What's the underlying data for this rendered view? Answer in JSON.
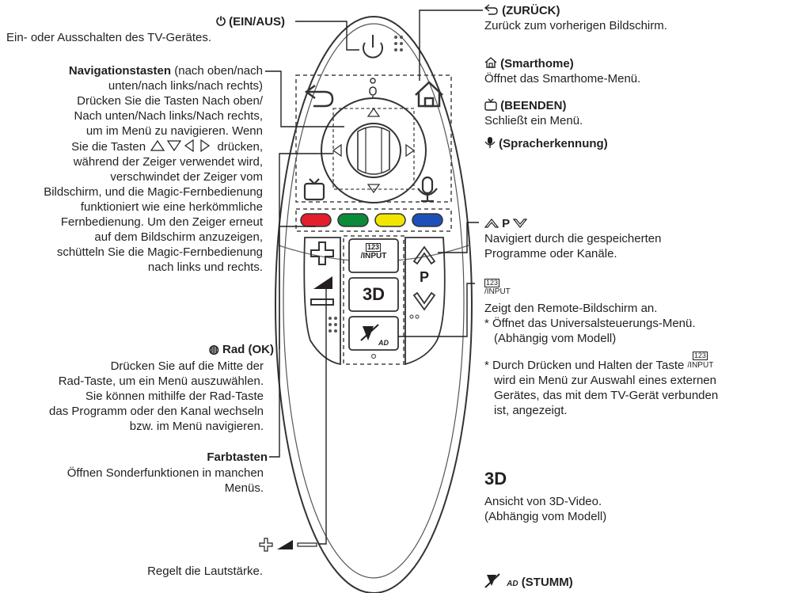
{
  "left": {
    "power": {
      "title": "(EIN/AUS)",
      "desc": "Ein- oder Ausschalten des TV-Gerätes."
    },
    "nav": {
      "title": "Navigationstasten",
      "title_suffix": "(nach oben/nach",
      "lines": [
        "unten/nach links/nach rechts)",
        "Drücken Sie die Tasten Nach oben/",
        "Nach unten/Nach links/Nach rechts,",
        "um im Menü zu navigieren. Wenn",
        "Sie die Tasten",
        "drücken,",
        "während der Zeiger verwendet wird,",
        "verschwindet der Zeiger vom",
        "Bildschirm, und die Magic-Fernbedienung",
        "funktioniert wie eine herkömmliche",
        "Fernbedienung. Um den Zeiger erneut",
        "auf dem Bildschirm anzuzeigen,",
        "schütteln Sie die Magic-Fernbedienung",
        "nach links und rechts."
      ]
    },
    "wheel": {
      "title": "Rad (OK)",
      "lines": [
        "Drücken Sie auf die Mitte der",
        "Rad-Taste, um ein Menü auszuwählen.",
        "Sie können mithilfe der Rad-Taste",
        "das Programm oder den Kanal wechseln",
        "bzw. im Menü navigieren."
      ]
    },
    "color": {
      "title": "Farbtasten",
      "lines": [
        "Öffnen Sonderfunktionen in manchen",
        "Menüs."
      ]
    },
    "volume": {
      "desc": "Regelt die Lautstärke."
    }
  },
  "right": {
    "back": {
      "title": "(ZURÜCK)",
      "desc": "Zurück zum vorherigen Bildschirm."
    },
    "home": {
      "title": "(Smarthome)",
      "desc": "Öffnet das Smarthome-Menü."
    },
    "exit": {
      "title": "(BEENDEN)",
      "desc": "Schließt ein Menü."
    },
    "voice": {
      "title": "(Spracherkennung)"
    },
    "program": {
      "title": "P",
      "lines": [
        "Navigiert durch die gespeicherten",
        "Programme oder Kanäle."
      ]
    },
    "input": {
      "glyph_digits": "123",
      "glyph_label": "/INPUT",
      "line1": "Zeigt den Remote-Bildschirm an.",
      "note1": "* Öffnet das Universalsteuerungs-Menü.",
      "note1b": "(Abhängig vom Modell)",
      "note2a": "* Durch Drücken und Halten der Taste",
      "note2b": "wird ein Menü zur Auswahl eines externen",
      "note2c": "Gerätes, das mit dem TV-Gerät verbunden",
      "note2d": "ist, angezeigt."
    },
    "threed": {
      "title": "3D",
      "lines": [
        "Ansicht von 3D-Video.",
        "(Abhängig vom Modell)"
      ]
    },
    "mute": {
      "title": "(STUMM)",
      "ad": "AD"
    }
  },
  "remote": {
    "input_button_label": "/INPUT",
    "input_button_digits": "123",
    "threed_label": "3D",
    "p_label": "P",
    "ad_label": "AD",
    "colors": [
      "#e31e2d",
      "#0b8a3a",
      "#f2e600",
      "#1d4fb8"
    ]
  }
}
